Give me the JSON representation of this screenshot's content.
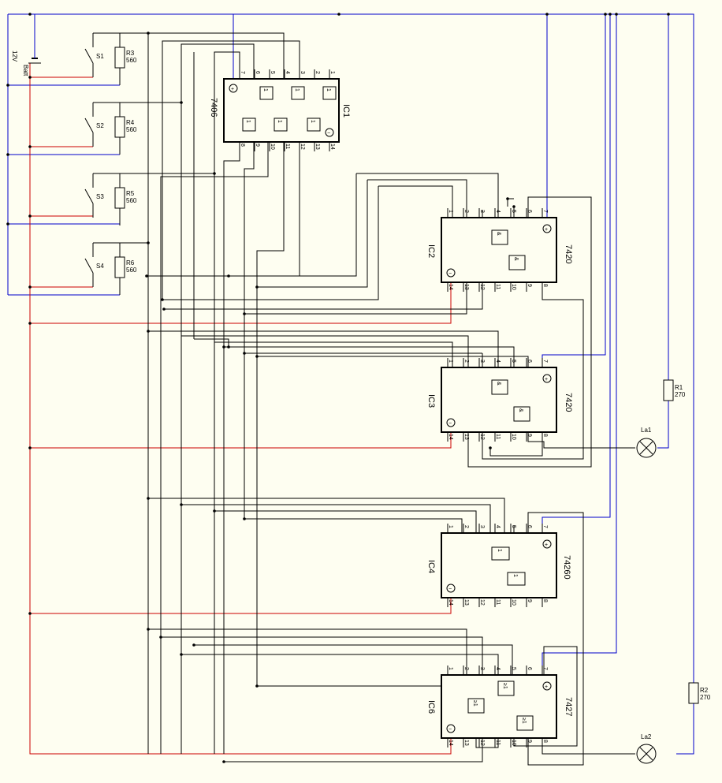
{
  "battery": {
    "voltage": "12V",
    "name": "Batt"
  },
  "switches": [
    "S1",
    "S2",
    "S3",
    "S4"
  ],
  "pullups": [
    {
      "name": "R3",
      "value": "560"
    },
    {
      "name": "R4",
      "value": "560"
    },
    {
      "name": "R5",
      "value": "560"
    },
    {
      "name": "R6",
      "value": "560"
    }
  ],
  "lamp_resistors": [
    {
      "name": "R1",
      "value": "270"
    },
    {
      "name": "R2",
      "value": "270"
    }
  ],
  "lamps": [
    "La1",
    "La2"
  ],
  "chips": [
    {
      "ref": "IC1",
      "part": "7406",
      "gate": "1"
    },
    {
      "ref": "IC2",
      "part": "7420",
      "gate": "&"
    },
    {
      "ref": "IC3",
      "part": "7420",
      "gate": "&"
    },
    {
      "ref": "IC4",
      "part": "74260",
      "gate": "1"
    },
    {
      "ref": "IC6",
      "part": "7427",
      "gate": "≥1"
    }
  ],
  "pin_numbers_top": [
    "1",
    "2",
    "3",
    "4",
    "5",
    "6",
    "7"
  ],
  "pin_numbers_bottom": [
    "14",
    "13",
    "12",
    "11",
    "10",
    "9",
    "8"
  ],
  "supply_symbols": {
    "plus": "+",
    "minus": "−"
  },
  "colors": {
    "supply": "#0000cc",
    "ground": "#cc0000",
    "signal": "#000000",
    "background": "#fefef1"
  }
}
